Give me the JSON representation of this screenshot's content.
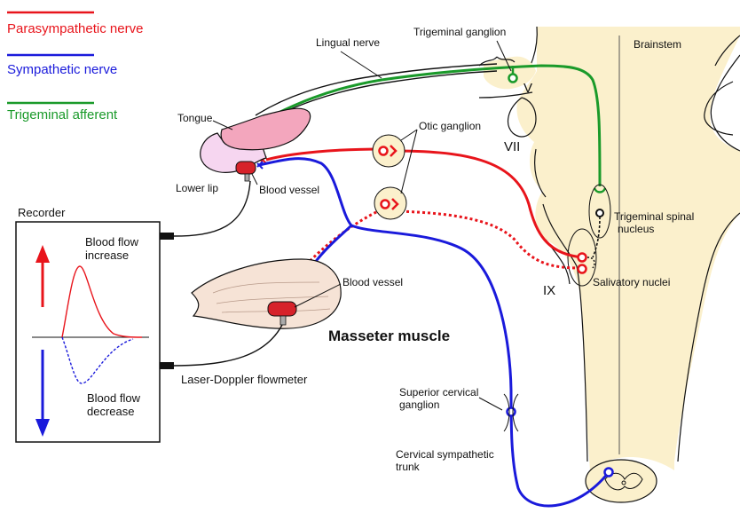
{
  "legend": [
    {
      "label": "Parasympathetic nerve",
      "color": "#e8141b"
    },
    {
      "label": "Sympathetic nerve",
      "color": "#1a1adb"
    },
    {
      "label": "Trigeminal afferent",
      "color": "#1a9a2a"
    }
  ],
  "labels": {
    "lingual_nerve": "Lingual nerve",
    "trigeminal_ganglion": "Trigeminal ganglion",
    "brainstem": "Brainstem",
    "tongue": "Tongue",
    "lower_lip": "Lower lip",
    "blood_vessel_lip": "Blood vessel",
    "otic_ganglion": "Otic ganglion",
    "recorder": "Recorder",
    "blood_vessel_muscle": "Blood vessel",
    "masseter_muscle": "Masseter muscle",
    "laser_doppler": "Laser-Doppler flowmeter",
    "trigeminal_spinal_1": "Trigeminal spinal",
    "trigeminal_spinal_2": "nucleus",
    "salivatory_nuclei": "Salivatory nuclei",
    "superior_cervical_1": "Superior cervical",
    "superior_cervical_2": "ganglion",
    "cervical_trunk_1": "Cervical sympathetic",
    "cervical_trunk_2": "trunk",
    "bf_increase_1": "Blood flow",
    "bf_increase_2": "increase",
    "bf_decrease_1": "Blood flow",
    "bf_decrease_2": "decrease",
    "nerve_V": "V",
    "nerve_VII": "VII",
    "nerve_IX": "IX"
  },
  "colors": {
    "parasympathetic": "#e8141b",
    "sympathetic": "#1a1adb",
    "trigeminal": "#1a9a2a",
    "brainstem_fill": "#fbf0cc",
    "tongue_fill": "#f3a6bd",
    "lip_fill": "#f6d6f0",
    "muscle_fill": "#f6e3d6",
    "ganglion_fill": "#fbf0cc",
    "vessel_fill": "#d6222a"
  }
}
